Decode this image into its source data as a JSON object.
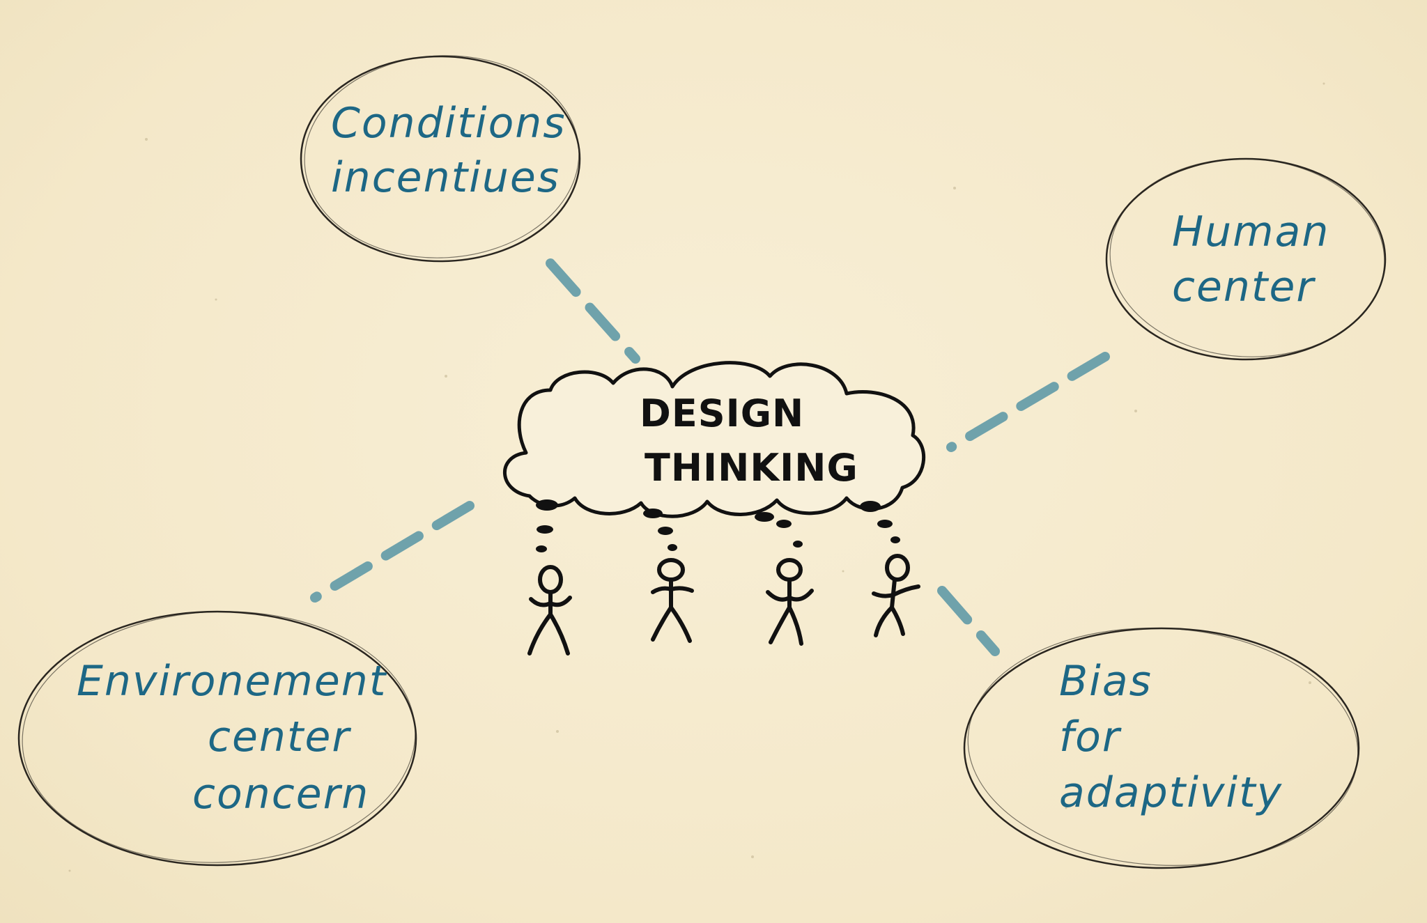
{
  "center": {
    "line1": "DESIGN",
    "line2": "THINKING"
  },
  "bubbles": {
    "conditions": {
      "line1": "Conditions",
      "line2": "incentiues"
    },
    "human": {
      "line1": "Human",
      "line2": "center"
    },
    "environment": {
      "line1": "Environement",
      "line2": "center",
      "line3": "concern"
    },
    "bias": {
      "line1": "Bias",
      "line2": "for",
      "line3": "adaptivity"
    }
  },
  "colors": {
    "background": "#f6ecd0",
    "bubble_text": "#1d6785",
    "connector": "#6fa2ab",
    "ink": "#111111"
  }
}
